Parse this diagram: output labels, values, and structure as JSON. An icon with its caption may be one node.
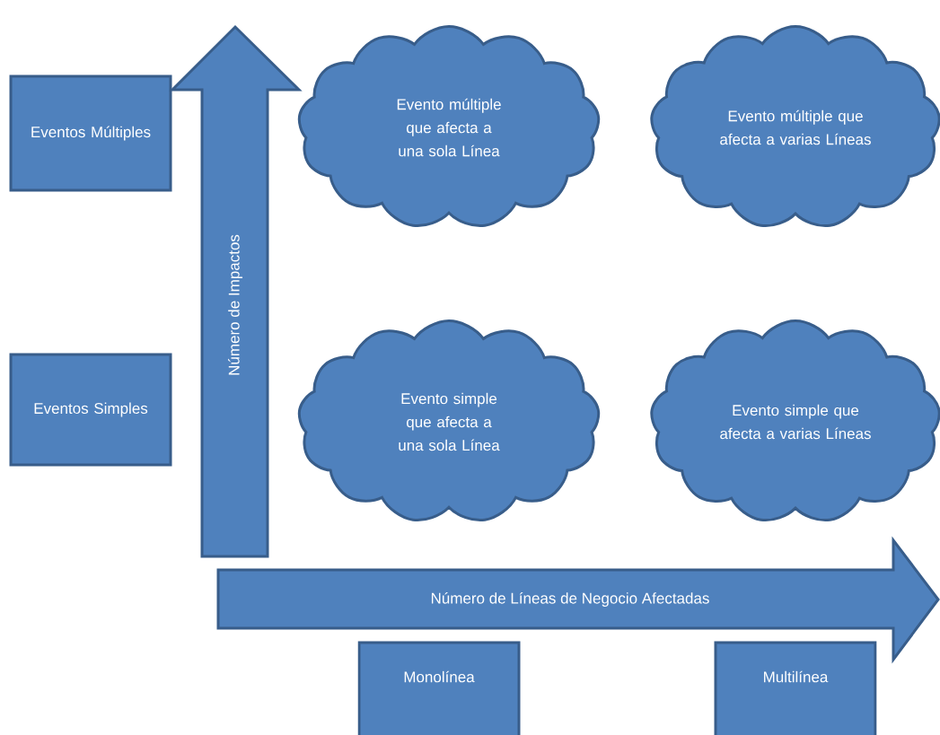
{
  "diagram": {
    "nodes": [
      {
        "text": [
          "Eventos Múltiples"
        ]
      },
      {
        "text": [
          "Eventos Simples"
        ]
      },
      {
        "text": [
          "Número de Impactos"
        ]
      },
      {
        "text": [
          "Evento múltiple que afecta a una sola Línea"
        ]
      },
      {
        "text": [
          "Evento múltiple que afecta a varias Líneas"
        ]
      },
      {
        "text": [
          "Evento simple que afecta a una sola Línea"
        ]
      },
      {
        "text": [
          "Evento simple que afecta a varias Líneas"
        ]
      },
      {
        "text": [
          "Número de Líneas de Negocio Afectadas"
        ]
      },
      {
        "text": [
          "Monolínea"
        ]
      },
      {
        "text": [
          "Multilínea"
        ]
      }
    ]
  }
}
